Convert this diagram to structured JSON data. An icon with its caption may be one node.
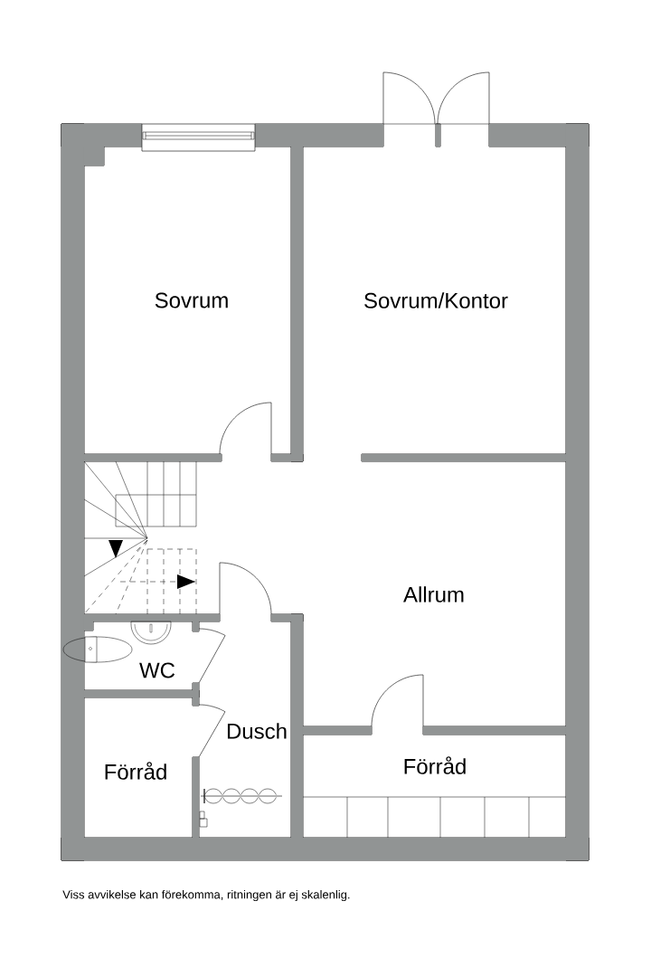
{
  "diagram": {
    "nodes": [
      {
        "text": [
          "Sovrum"
        ]
      },
      {
        "text": [
          "Sovrum/Kontor"
        ]
      },
      {
        "text": [
          "Allrum"
        ]
      },
      {
        "text": [
          "WC"
        ]
      },
      {
        "text": [
          "Dusch"
        ]
      },
      {
        "text": [
          "Förråd"
        ]
      },
      {
        "text": [
          "Förråd"
        ]
      }
    ],
    "labels": [
      "Viss avvikelse kan förekomma, ritningen är ej skalenlig."
    ]
  }
}
